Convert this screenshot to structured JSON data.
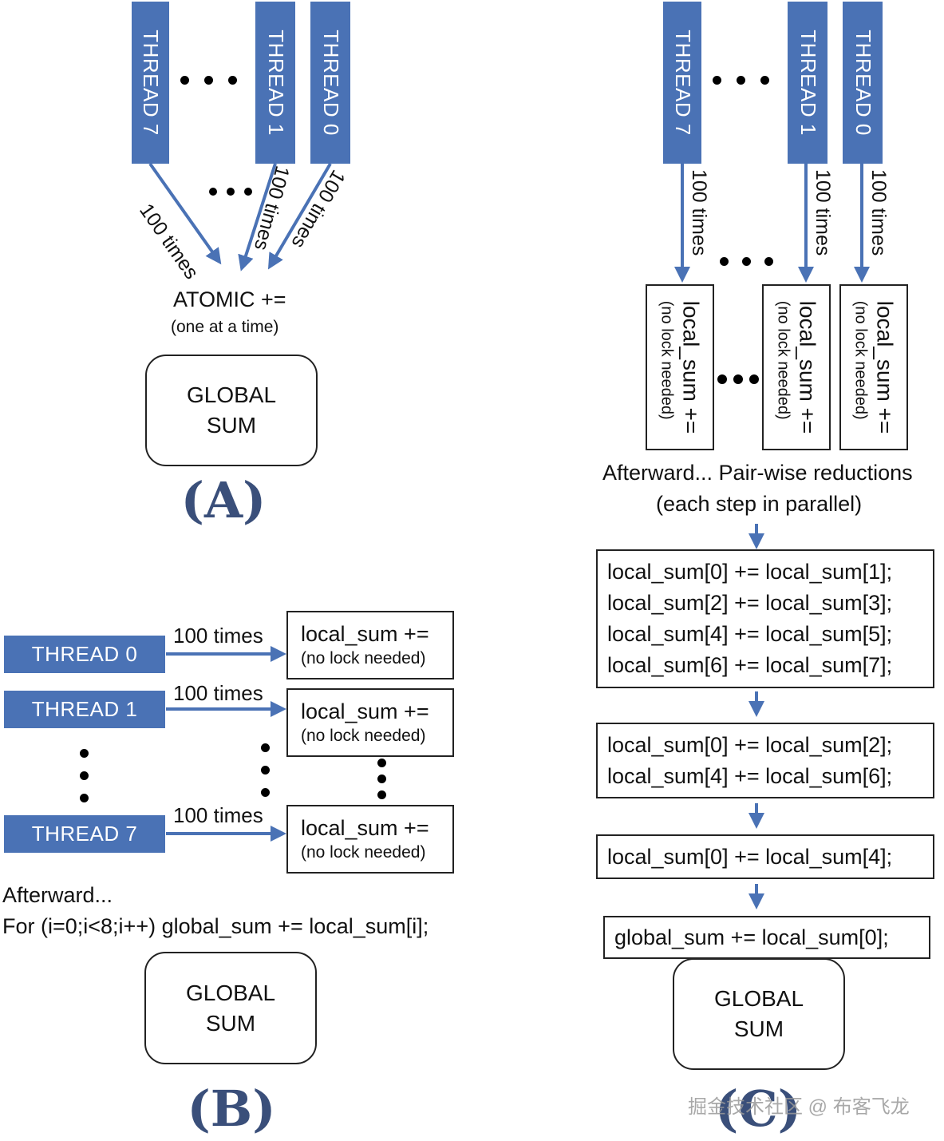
{
  "panel_a": {
    "threads": [
      "THREAD 7",
      "THREAD 1",
      "THREAD 0"
    ],
    "edge_label": "100 times",
    "op_title": "ATOMIC +=",
    "op_subtitle": "(one at a time)",
    "sum_line1": "GLOBAL",
    "sum_line2": "SUM",
    "label": "(A)"
  },
  "panel_b": {
    "threads": [
      "THREAD 0",
      "THREAD 1",
      "THREAD 7"
    ],
    "edge_label": "100 times",
    "local_line1": "local_sum +=",
    "local_line2": "(no lock needed)",
    "afterward": "Afterward...",
    "loop": "For (i=0;i<8;i++) global_sum += local_sum[i];",
    "sum_line1": "GLOBAL",
    "sum_line2": "SUM",
    "label": "(B)"
  },
  "panel_c": {
    "threads": [
      "THREAD 7",
      "THREAD 1",
      "THREAD 0"
    ],
    "edge_label": "100 times",
    "local_line1": "local_sum +=",
    "local_line2": "(no lock needed)",
    "afterward": "Afterward... Pair-wise reductions",
    "afterward_sub": "(each step in parallel)",
    "step1": [
      "local_sum[0] += local_sum[1];",
      "local_sum[2] += local_sum[3];",
      "local_sum[4] += local_sum[5];",
      "local_sum[6] += local_sum[7];"
    ],
    "step2": [
      "local_sum[0] += local_sum[2];",
      "local_sum[4] += local_sum[6];"
    ],
    "step3": [
      "local_sum[0] += local_sum[4];"
    ],
    "final": "global_sum += local_sum[0];",
    "sum_line1": "GLOBAL",
    "sum_line2": "SUM",
    "label": "(C)"
  },
  "watermark": "掘金技术社区 @ 布客飞龙",
  "colors": {
    "thread_fill": "#4a72b5",
    "arrow": "#4a72b5",
    "label": "#3a4f7a"
  }
}
